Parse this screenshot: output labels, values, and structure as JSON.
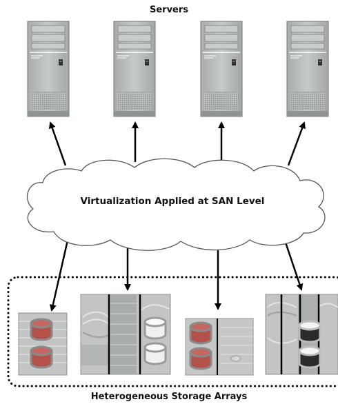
{
  "diagram": {
    "servers_label": "Servers",
    "cloud_label": "Virtualization Applied at SAN Level",
    "storage_label": "Heterogeneous Storage Arrays"
  },
  "colors": {
    "server_body": "#b9bcbd",
    "server_dark": "#8f9394",
    "storage_body": "#c4c6c6",
    "disk_red": "#b2524a",
    "disk_white": "#f2f2f2",
    "disk_black": "#2a2a2a",
    "arrow": "#000000"
  },
  "icons": {
    "server": "tower-server-icon",
    "storage": "storage-array-icon",
    "cloud": "cloud-shape"
  }
}
